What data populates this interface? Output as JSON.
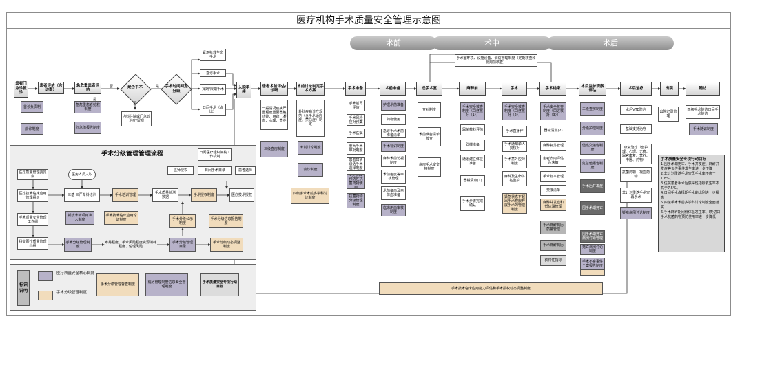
{
  "title": "医疗机构手术质量安全管理示意图",
  "phases": [
    "术前",
    "术中",
    "术后"
  ],
  "top_note": "手术室环境、设施设备、消防管理制度（定期核查和使用前核查）",
  "bottom_bar": "手术技术临床应用能力评估和手术授权动态调整制度",
  "flow": {
    "patient": "患者门急诊就诊",
    "eval": "患者评估（含诊断）",
    "critical": "急危重患者评估",
    "is_surgery": "是否手术",
    "timing": "手术时间判定分级",
    "emergency_rescue": "紧急抢救生命手术",
    "emergency": "急诊手术",
    "elective": "择期/限期手术",
    "day": "日间手术（占比）",
    "admit": "入院手续",
    "preop_eval": "患者术前评估/诊断",
    "preop_discuss": "术前讨论制定手术方案",
    "prep": "手术准备",
    "preop_prep": "术前准备",
    "to_or": "送手术室",
    "anesthesia_pre": "麻醉前",
    "surgery": "手术",
    "surgery_end": "手术结束",
    "postop_monitor": "术后监护观察评估",
    "postop_treat": "术后治疗",
    "discharge": "出院",
    "followup": "随访"
  },
  "labels": {
    "yes1": "是",
    "no1": "否",
    "yes2": "是",
    "no2": "否",
    "no_surg": "内科住院或门急诊治疗/留观"
  },
  "subs": {
    "patient": [
      "首诊负责制",
      "会诊制度"
    ],
    "critical": [
      "急危重患者抢救制度",
      "危急值报告制度"
    ],
    "preop_eval": [
      "一般情况疾病严重程度重要器脏功能、用药、凝血、心理、营养",
      "三级查房制度"
    ],
    "preop_discuss": [
      "外科疾病诊疗规范（含手术适应症、禁忌症）制定",
      "术前讨论制度",
      "会诊制度",
      "四级手术术前多学科讨论制度"
    ],
    "prep": [
      "手术前再评估",
      "手术风险应对预案",
      "手术医嘱",
      "重大手术审批制度",
      "患者知情谈话手术选择制度",
      "8类切口预防性抗菌药物使用",
      "抗菌药物分级管理制度"
    ],
    "preop_prep": [
      "护理术前准备",
      "药物使用",
      "急诊手术术前准备清单",
      "手术标识制度",
      "麻醉术前访视制度",
      "术前备皮等审核管理",
      "术前备血及自体血准备",
      "临床用血审核制度"
    ],
    "to_or": [
      "查对制度",
      "术前准备清单核查",
      "病房手术室交接制度"
    ],
    "anesthesia_pre": [
      "手术安全核查制度（口述核对（1））",
      "器械敷料评估",
      "器械准备",
      "通道建立体位准备",
      "器械清点(1)",
      "手术步骤完成确认"
    ],
    "surgery": [
      "手术安全核查制度（口述核对（2））",
      "手术直播作",
      "手术通知单人员核对",
      "手术意外应对制度",
      "麻醉及生命体征监护",
      "紧急状态下超出手术权限开展手术的管理制度"
    ],
    "surgery_end": [
      "手术安全核查制度（口述核对（3））",
      "器械清点(2)",
      "麻醉复苏管理",
      "患者去向评估及决策",
      "手术标本管理",
      "交接清单",
      "麻醉并发症和低体温管理",
      "手术麻醉病历质量管理"
    ],
    "postop_monitor": [
      "三级查房制度",
      "分级护理制度",
      "值班交接班制度",
      "危急值报告制度",
      "手术后并发症",
      "围手术期死亡",
      "手术安全评估制度"
    ],
    "postop_treat": [
      "术后VTE防治",
      "基础支持治疗",
      "康复治疗（含护理、心理、无痛、器官康复、营养、中医、药物）",
      "抗菌药物、凝血药物",
      "非计划重返手术室再手术",
      "疑难病例讨论制度"
    ],
    "discharge": [
      "出院记录管理"
    ],
    "followup": [
      "四级手术随访日间手术随访",
      "手术随访制度"
    ],
    "surgery_extra": [
      "手术麻醉病历",
      "获得性指标"
    ],
    "monitor_extra": [
      "围手术期死亡病例讨论管理",
      "死亡病例讨论制度",
      "手术不良事件个案报告制度"
    ]
  },
  "grading": {
    "title": "手术分级管理管理流程",
    "committee": "医疗质量管理委员会",
    "clinical_group": "医疗技术临床应用管理组织",
    "quality_group": "手术质量安全管理工作组",
    "dept_group": "科室医疗质量管理小组",
    "staff": "医务人员入职",
    "training": "三基 三严专科培训",
    "train_sys": "手术培训管理",
    "new_tech": "新技术新项目准入制度",
    "new_tech_sys": "手术技术临床应用论证制度",
    "grade_mgmt": "手术分级管理制度",
    "difficulty": "难易程度、手术风险程度资源消耗程度、伦理风险",
    "quality_data": "手术质量监测数据",
    "grant_sys": "手术授权制度",
    "disclose": "手术分级公示制度",
    "info_report": "手术分级信息报告制度",
    "catalog": "手术分级管理目录",
    "dynamic": "手术分级动态调整制度",
    "tech_grant": "医疗技术授权",
    "day_org": "日间医疗组织架构工作机制",
    "day_list": "日间手术目录",
    "med_grant": "医师授权",
    "pt_select": "患者选择"
  },
  "legend": {
    "title": "标识说明",
    "item1": "医疗质量安全核心制度",
    "item2": "手术分级管理制度",
    "item3": "手术分级管理督查制度",
    "item4": "病历管理制度信息安全管理制度",
    "item5": "手术质量安全专项行动目标"
  },
  "goals": {
    "title": "手术质量安全专项行动目标",
    "items": [
      "1.围手术期死亡、手术并发症、麻醉并发症等负性事件发生率进一步下降",
      "2.非计划重返手术室再手术率不高于1.8%。",
      "3.住院患者手术后获得性指标发生率不高于7.5%。",
      "4.日间手术占择期手术的比例进一步提高",
      "5.四级手术术前多学科讨论制度全面落实",
      "6.手术麻醉期间低体温发生率、I类切口手术抗菌药物预防使用率进一步降低"
    ]
  }
}
